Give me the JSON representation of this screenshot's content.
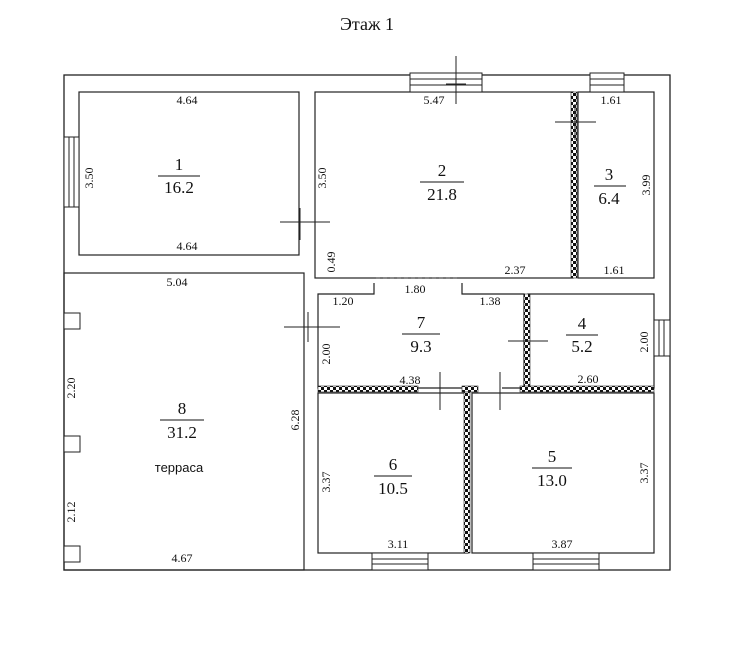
{
  "title": "Этаж 1",
  "rooms": [
    {
      "number": "1",
      "area": "16.2"
    },
    {
      "number": "2",
      "area": "21.8"
    },
    {
      "number": "3",
      "area": "6.4"
    },
    {
      "number": "4",
      "area": "5.2"
    },
    {
      "number": "5",
      "area": "13.0"
    },
    {
      "number": "6",
      "area": "10.5"
    },
    {
      "number": "7",
      "area": "9.3"
    },
    {
      "number": "8",
      "area": "31.2",
      "label": "терраса"
    }
  ],
  "dimensions": {
    "r1_top": "4.64",
    "r1_bottom": "4.64",
    "r1_left": "3.50",
    "r2_top": "5.47",
    "r2_left": "3.50",
    "r2_door": "0.49",
    "r3_top": "1.61",
    "r3_bottom": "1.61",
    "r3_right": "3.99",
    "r2_bottom": "2.37",
    "r8_top": "5.04",
    "r8_left_top": "2.20",
    "r8_left_bottom": "2.12",
    "r8_right": "6.28",
    "r8_bottom": "4.67",
    "r7_top_left": "1.20",
    "r7_top_mid": "1.80",
    "r7_top_right": "1.38",
    "r7_left": "2.00",
    "r7_bottom": "4.38",
    "r4_right": "2.00",
    "r4_bottom": "2.60",
    "r6_left": "3.37",
    "r6_bottom": "3.11",
    "r5_right": "3.37",
    "r5_bottom": "3.87"
  }
}
